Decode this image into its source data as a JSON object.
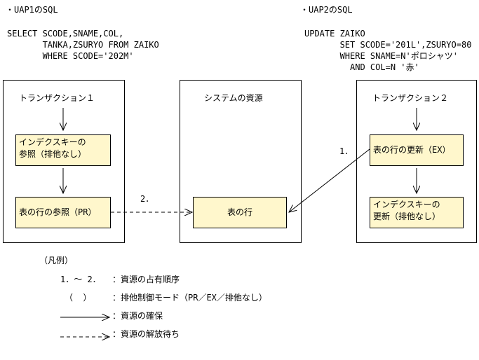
{
  "colors": {
    "step_fill": "#fff7cc",
    "line": "#000000",
    "background": "#ffffff"
  },
  "uap1": {
    "title": "・UAP1のSQL",
    "lines": [
      "SELECT SCODE,SNAME,COL,",
      "       TANKA,ZSURYO FROM ZAIKO",
      "       WHERE SCODE='202M'"
    ]
  },
  "uap2": {
    "title": "・UAP2のSQL",
    "lines": [
      "UPDATE ZAIKO",
      "       SET SCODE='201L',ZSURYO=80",
      "       WHERE SNAME=N'ポロシャツ'",
      "         AND COL=N '赤'"
    ]
  },
  "tx1": {
    "title": "トランザクション１",
    "step1": "インデクスキーの\n参照（排他なし）",
    "step2": "表の行の参照（PR）"
  },
  "resource": {
    "title": "システムの資源",
    "item": "表の行"
  },
  "tx2": {
    "title": "トランザクション２",
    "step1": "表の行の更新（EX）",
    "step2": "インデクスキーの\n更新（排他なし）"
  },
  "arrow_labels": {
    "one": "1．",
    "two": "2．"
  },
  "legend": {
    "title": "（凡例）",
    "order_symbol": "1．～ 2．",
    "order_desc": "：資源の占有順序",
    "paren_symbol": "（  ）",
    "paren_desc": "：排他制御モード（PR／EX／排他なし）",
    "solid_desc": "：資源の確保",
    "dashed_desc": "：資源の解放待ち"
  }
}
